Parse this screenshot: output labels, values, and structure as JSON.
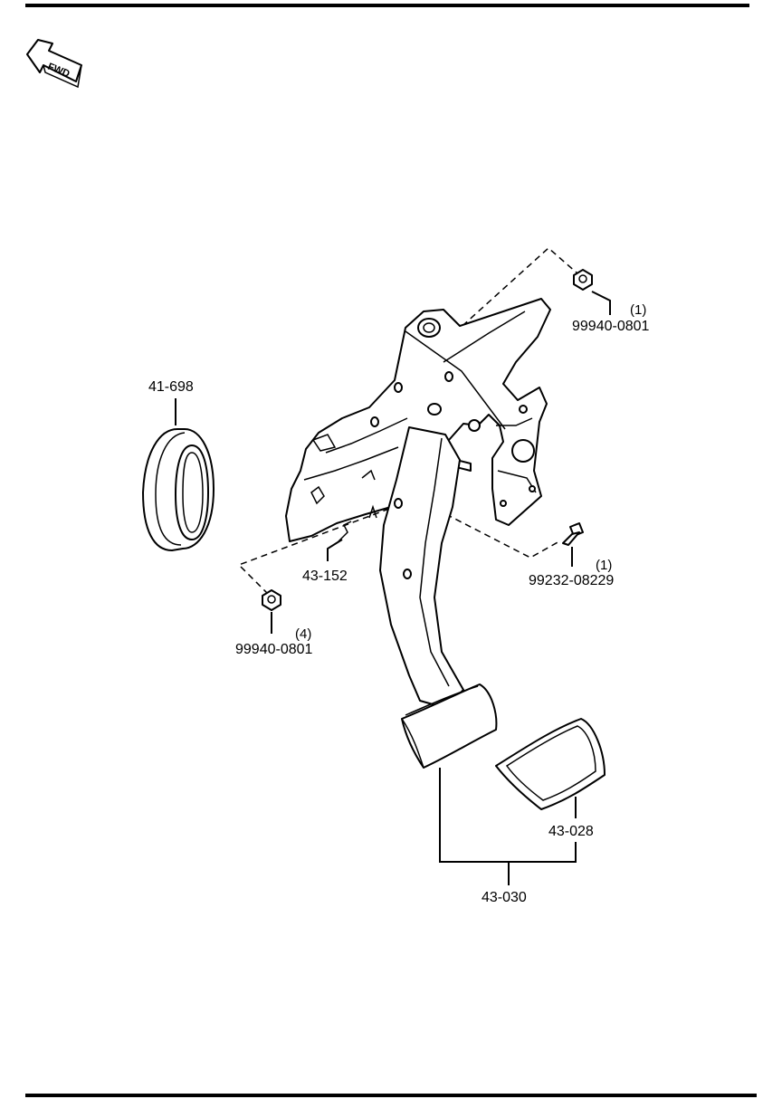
{
  "direction_badge": "FWD",
  "parts": {
    "clip_top": {
      "code": "99940-0801",
      "qty": "(1)"
    },
    "grommet": {
      "code": "41-698"
    },
    "spring_clip": {
      "code": "43-152"
    },
    "clip_left": {
      "code": "99940-0801",
      "qty": "(4)"
    },
    "bolt": {
      "code": "99232-08229",
      "qty": "(1)"
    },
    "pedal_pad": {
      "code": "43-028"
    },
    "pedal_assembly": {
      "code": "43-030"
    }
  }
}
